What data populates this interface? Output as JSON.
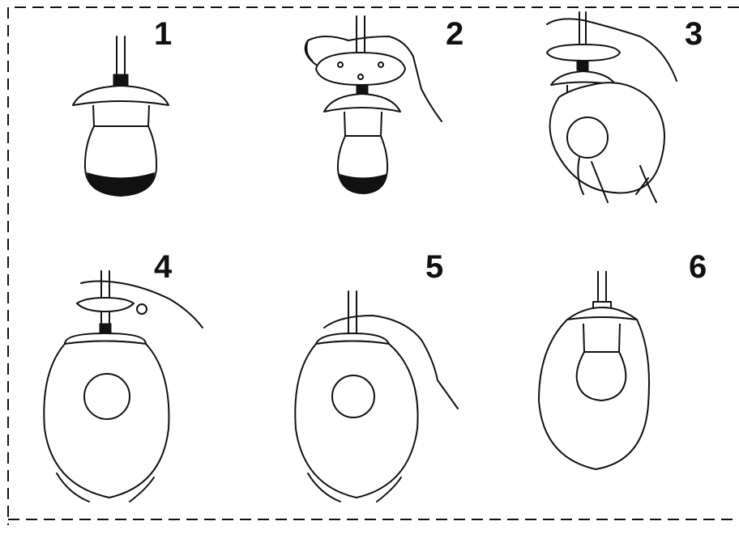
{
  "steps": [
    {
      "number": "1"
    },
    {
      "number": "2"
    },
    {
      "number": "3"
    },
    {
      "number": "4"
    },
    {
      "number": "5"
    },
    {
      "number": "6"
    }
  ],
  "colors": {
    "line": "#111111",
    "background": "#ffffff"
  }
}
